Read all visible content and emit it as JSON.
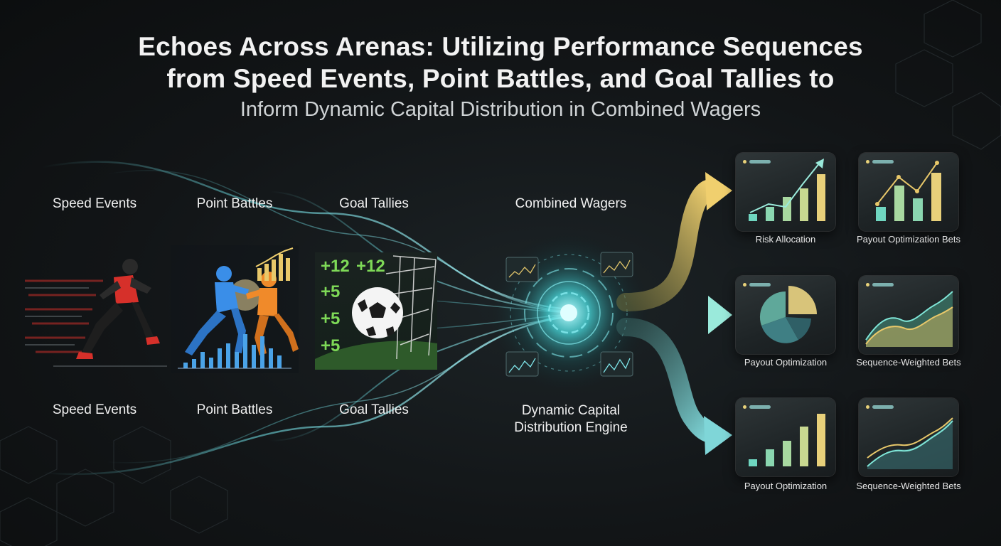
{
  "title": {
    "line1": "Echoes Across Arenas: Utilizing Performance Sequences",
    "line2": "from Speed Events, Point Battles, and Goal Tallies to",
    "line3": "Inform Dynamic Capital Distribution in Combined Wagers"
  },
  "top_labels": {
    "speed": "Speed Events",
    "point": "Point Battles",
    "goal": "Goal Tallies",
    "combined": "Combined Wagers"
  },
  "bottom_labels": {
    "speed": "Speed Events",
    "point": "Point Battles",
    "goal": "Goal Tallies"
  },
  "engine": {
    "line1": "Dynamic Capital",
    "line2": "Distribution Engine"
  },
  "goal_scores": [
    "+12",
    "+12",
    "+5",
    "+5",
    "+5"
  ],
  "outputs": [
    {
      "caption": "Risk Allocation",
      "icon": "bar-chart-icon"
    },
    {
      "caption": "Payout Optimization Bets",
      "icon": "bar-chart-icon"
    },
    {
      "caption": "Payout Optimization",
      "icon": "pie-chart-icon"
    },
    {
      "caption": "Sequence-Weighted Bets",
      "icon": "area-chart-icon"
    },
    {
      "caption": "Payout Optimization",
      "icon": "bar-chart-icon"
    },
    {
      "caption": "Sequence-Weighted Bets",
      "icon": "line-chart-icon"
    }
  ],
  "colors": {
    "accent_teal": "#5fd6d0",
    "accent_gold": "#e8c86a",
    "runner_red": "#d6302a",
    "fighter_blue": "#3a8ee8",
    "fighter_orange": "#f08a2a",
    "score_green": "#7ed957"
  }
}
